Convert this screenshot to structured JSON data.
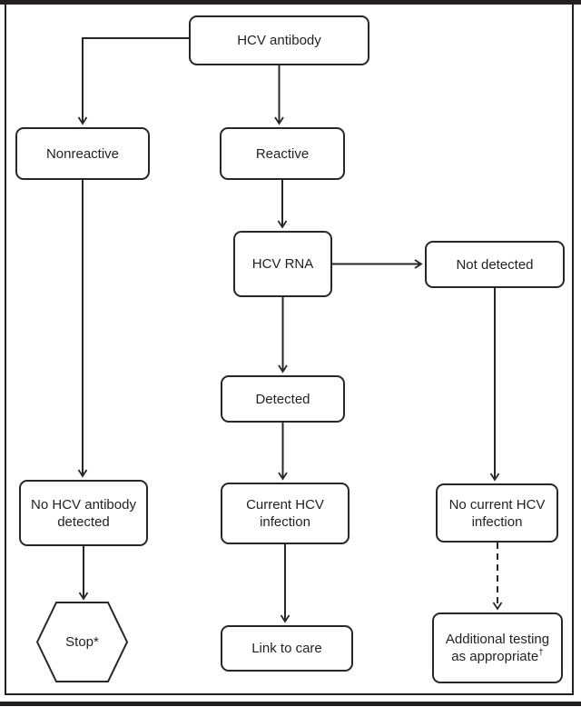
{
  "figure": {
    "type": "flowchart",
    "nodes": {
      "hcv_antibody": {
        "label": "HCV antibody"
      },
      "nonreactive": {
        "label": "Nonreactive"
      },
      "reactive": {
        "label": "Reactive"
      },
      "hcv_rna": {
        "label": "HCV RNA"
      },
      "not_detected": {
        "label": "Not detected"
      },
      "detected": {
        "label": "Detected"
      },
      "no_hcv_antibody_detected": {
        "line1": "No HCV antibody",
        "line2": "detected"
      },
      "current_hcv_infection": {
        "line1": "Current HCV",
        "line2": "infection"
      },
      "no_current_hcv_infection": {
        "line1": "No current HCV",
        "line2": "infection"
      },
      "stop": {
        "label": "Stop*"
      },
      "link_to_care": {
        "label": "Link to care"
      },
      "additional_testing": {
        "line1": "Additional testing",
        "line2": "as appropriate",
        "note_marker": "†"
      }
    },
    "edges": [
      {
        "from": "hcv-antibody",
        "to": "nonreactive",
        "style": "solid"
      },
      {
        "from": "hcv-antibody",
        "to": "reactive",
        "style": "solid"
      },
      {
        "from": "nonreactive",
        "to": "no-hcv-antibody-detected",
        "style": "solid"
      },
      {
        "from": "reactive",
        "to": "hcv-rna",
        "style": "solid"
      },
      {
        "from": "hcv-rna",
        "to": "not-detected",
        "style": "solid"
      },
      {
        "from": "hcv-rna",
        "to": "detected",
        "style": "solid"
      },
      {
        "from": "detected",
        "to": "current-hcv-infection",
        "style": "solid"
      },
      {
        "from": "current-hcv-infection",
        "to": "link-to-care",
        "style": "solid"
      },
      {
        "from": "not-detected",
        "to": "no-current-hcv-infection",
        "style": "solid"
      },
      {
        "from": "no-hcv-antibody-detected",
        "to": "stop",
        "style": "solid"
      },
      {
        "from": "no-current-hcv-infection",
        "to": "additional-testing",
        "style": "dashed"
      }
    ],
    "colors": {
      "line": "#2a2526",
      "text": "#231f20",
      "rule": "#241f20",
      "node_fill": "#ffffff"
    }
  }
}
